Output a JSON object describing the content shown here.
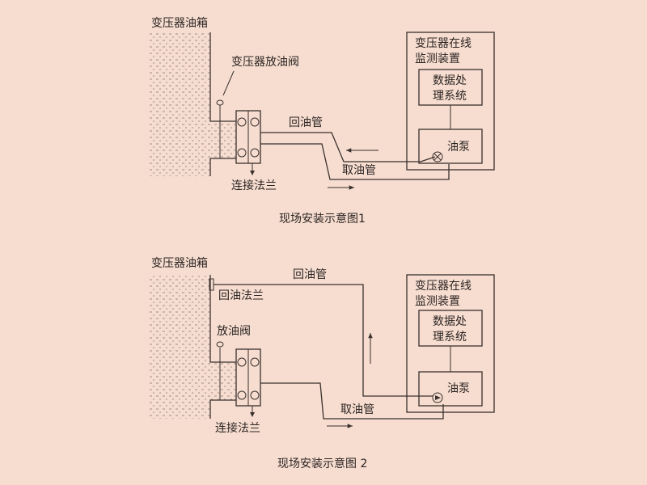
{
  "diagram1": {
    "tank_label": "变压器油箱",
    "drain_valve_label": "变压器放油阀",
    "return_pipe_label": "回油管",
    "take_pipe_label": "取油管",
    "flange_label": "连接法兰",
    "monitor_label_line1": "变压器在线",
    "monitor_label_line2": "监测装置",
    "processor_label_line1": "数据处",
    "processor_label_line2": "理系统",
    "pump_label": "油泵",
    "caption": "现场安装示意图1"
  },
  "diagram2": {
    "tank_label": "变压器油箱",
    "return_flange_label": "回油法兰",
    "return_pipe_label": "回油管",
    "drain_valve_label": "放油阀",
    "take_pipe_label": "取油管",
    "flange_label": "连接法兰",
    "monitor_label_line1": "变压器在线",
    "monitor_label_line2": "监测装置",
    "processor_label_line1": "数据处",
    "processor_label_line2": "理系统",
    "pump_label": "油泵",
    "caption": "现场安装示意图 2"
  },
  "colors": {
    "background": "#f6ddd0",
    "line": "#3a302d"
  }
}
